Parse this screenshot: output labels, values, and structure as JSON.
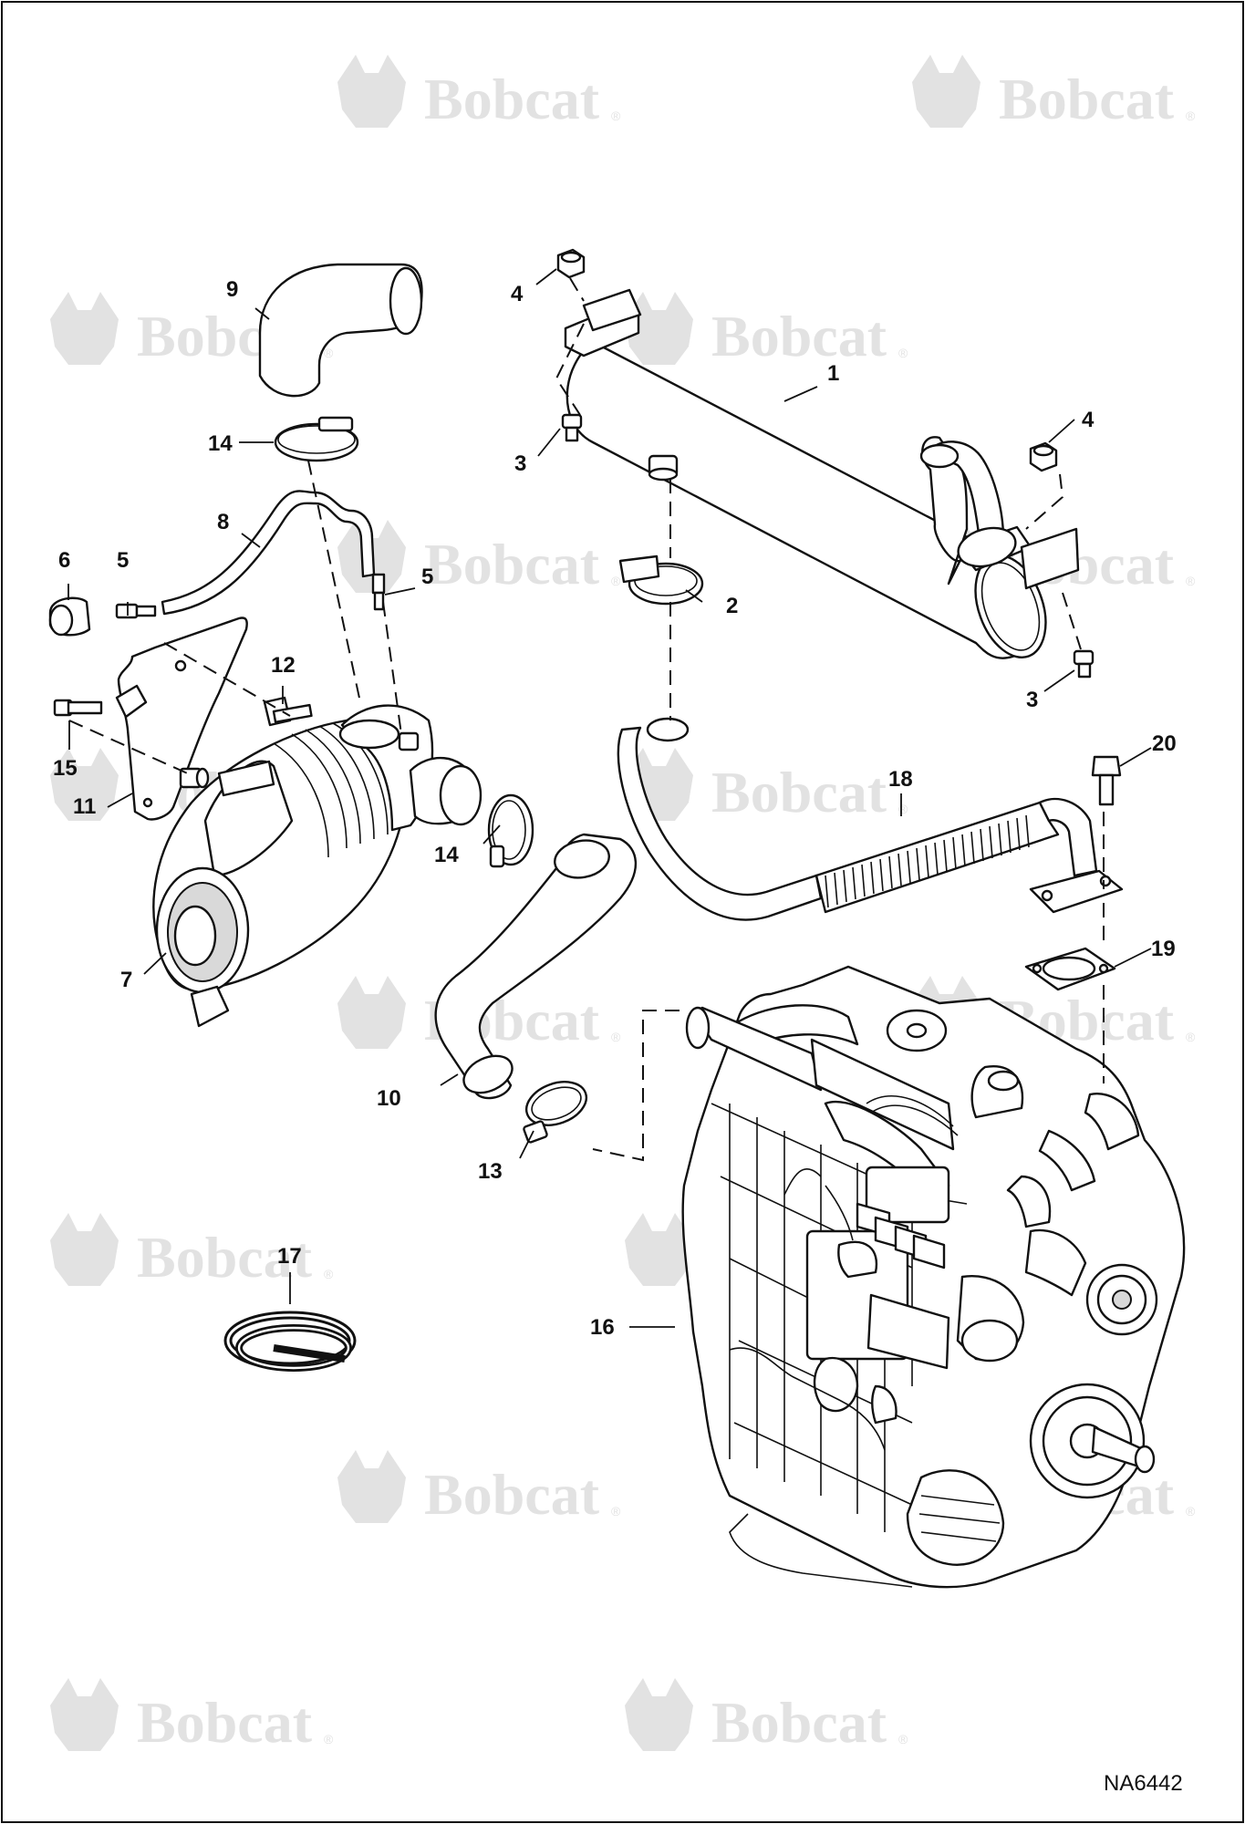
{
  "watermark": {
    "brand": "Bobcat",
    "mark": "®"
  },
  "drawing_ref": "NA6442",
  "callouts": {
    "c1": "1",
    "c2": "2",
    "c3a": "3",
    "c3b": "3",
    "c4a": "4",
    "c4b": "4",
    "c5a": "5",
    "c5b": "5",
    "c6": "6",
    "c7": "7",
    "c8": "8",
    "c9": "9",
    "c10": "10",
    "c11": "11",
    "c12": "12",
    "c13": "13",
    "c14a": "14",
    "c14b": "14",
    "c15": "15",
    "c16": "16",
    "c17": "17",
    "c18": "18",
    "c19": "19",
    "c20": "20"
  },
  "colors": {
    "line": "#111111",
    "watermark": "#e2e2e2",
    "background": "#ffffff"
  }
}
